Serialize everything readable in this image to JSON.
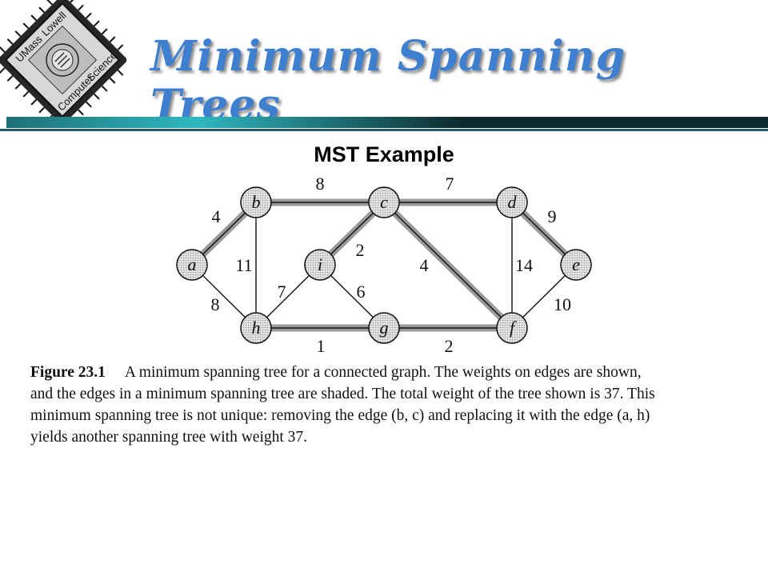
{
  "logo": {
    "text_top": "UMass",
    "text_top2": "Lowell",
    "text_bottom": "Computer",
    "text_bottom2": "Science"
  },
  "header": {
    "title": "Minimum Spanning Trees"
  },
  "slide": {
    "subtitle": "MST Example"
  },
  "graph": {
    "nodes": [
      {
        "id": "a",
        "label": "a"
      },
      {
        "id": "b",
        "label": "b"
      },
      {
        "id": "c",
        "label": "c"
      },
      {
        "id": "d",
        "label": "d"
      },
      {
        "id": "e",
        "label": "e"
      },
      {
        "id": "f",
        "label": "f"
      },
      {
        "id": "g",
        "label": "g"
      },
      {
        "id": "h",
        "label": "h"
      },
      {
        "id": "i",
        "label": "i"
      }
    ],
    "edges": [
      {
        "from": "a",
        "to": "b",
        "weight": "4",
        "in_tree": true
      },
      {
        "from": "b",
        "to": "c",
        "weight": "8",
        "in_tree": true
      },
      {
        "from": "c",
        "to": "d",
        "weight": "7",
        "in_tree": true
      },
      {
        "from": "d",
        "to": "e",
        "weight": "9",
        "in_tree": true
      },
      {
        "from": "b",
        "to": "h",
        "weight": "11",
        "in_tree": false
      },
      {
        "from": "c",
        "to": "i",
        "weight": "2",
        "in_tree": true
      },
      {
        "from": "c",
        "to": "f",
        "weight": "4",
        "in_tree": true
      },
      {
        "from": "d",
        "to": "f",
        "weight": "14",
        "in_tree": false
      },
      {
        "from": "a",
        "to": "h",
        "weight": "8",
        "in_tree": false
      },
      {
        "from": "i",
        "to": "h",
        "weight": "7",
        "in_tree": false
      },
      {
        "from": "i",
        "to": "g",
        "weight": "6",
        "in_tree": false
      },
      {
        "from": "h",
        "to": "g",
        "weight": "1",
        "in_tree": true
      },
      {
        "from": "g",
        "to": "f",
        "weight": "2",
        "in_tree": true
      },
      {
        "from": "e",
        "to": "f",
        "weight": "10",
        "in_tree": false
      }
    ]
  },
  "caption": {
    "figure_label": "Figure 23.1",
    "lines": [
      "A minimum spanning tree for a connected graph. The weights on edges are shown,",
      "and the edges in a minimum spanning tree are shaded. The total weight of the tree shown is 37. This",
      "minimum spanning tree is not unique: removing the edge (b, c) and replacing it with the edge (a, h)",
      "yields another spanning tree with weight 37."
    ]
  },
  "colors": {
    "title": "#3f7fd0",
    "divider_dark": "#0d2a2e",
    "divider_accent": "#2fb8bf",
    "tree_edge": "#9a9a9a"
  }
}
